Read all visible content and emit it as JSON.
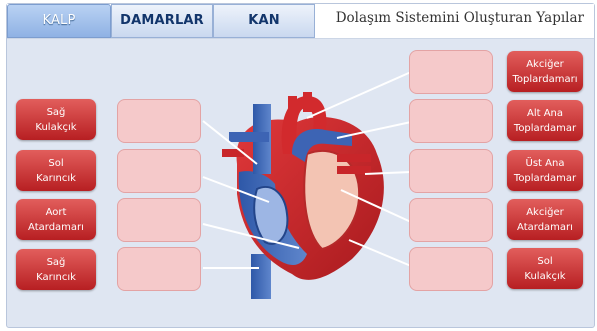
{
  "tabs": [
    {
      "label": "KALP",
      "active": true
    },
    {
      "label": "DAMARLAR",
      "active": false
    },
    {
      "label": "KAN",
      "active": false
    }
  ],
  "header": {
    "title": "Dolaşım Sistemini Oluşturan Yapılar"
  },
  "left_labels": [
    {
      "line1": "Sağ",
      "line2": "Kulakçık"
    },
    {
      "line1": "Sol",
      "line2": "Karıncık"
    },
    {
      "line1": "Aort",
      "line2": "Atardamarı"
    },
    {
      "line1": "Sağ",
      "line2": "Karıncık"
    }
  ],
  "right_labels": [
    {
      "line1": "Akciğer",
      "line2": "Toplardamarı"
    },
    {
      "line1": "Alt Ana",
      "line2": "Toplardamar"
    },
    {
      "line1": "Üst Ana",
      "line2": "Toplardamar"
    },
    {
      "line1": "Akciğer",
      "line2": "Atardamarı"
    },
    {
      "line1": "Sol",
      "line2": "Kulakçık"
    }
  ],
  "colors": {
    "label_red": "#c0272a",
    "slot_pink": "#f5c9ca",
    "tab_active": "#9dbbe8"
  }
}
